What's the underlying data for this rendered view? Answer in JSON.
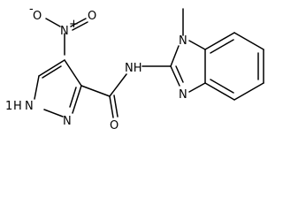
{
  "molecule": {
    "atoms": {
      "nitro_o_minus": "O",
      "nitro_n_plus": "N",
      "nitro_o_double": "O",
      "pyrazole_nh": "N",
      "pyrazole_nh_h": "H",
      "pyrazole_n": "N",
      "carbonyl_o": "O",
      "amide_nh": "NH",
      "imidazole_n_methyl": "N",
      "imidazole_n": "N"
    },
    "charges": {
      "nitro_n_plus": "+",
      "nitro_o_minus": "-"
    },
    "numbers": {
      "pyrazole_locant": "1"
    }
  }
}
